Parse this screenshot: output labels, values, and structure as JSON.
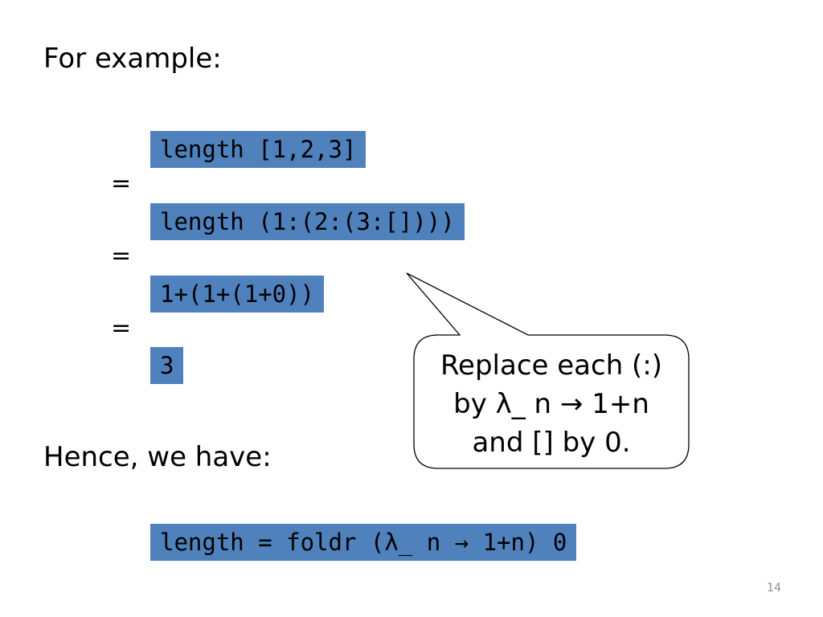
{
  "slide": {
    "heading_1": "For example:",
    "heading_2": "Hence, we have:",
    "page_number": "14"
  },
  "derivation": {
    "step_1": "length [1,2,3]",
    "step_2": "length (1:(2:(3:[])))",
    "step_3": "1+(1+(1+0))",
    "step_4": "3",
    "equals": "="
  },
  "callout": {
    "line_1": "Replace each (:)",
    "line_2": "by λ_ n → 1+n",
    "line_3": "and [] by 0."
  },
  "result": {
    "definition": "length = foldr (λ_ n → 1+n) 0"
  },
  "colors": {
    "code_highlight": "#4f81bd",
    "callout_border": "#000000",
    "page_number": "#8c8c8c"
  }
}
